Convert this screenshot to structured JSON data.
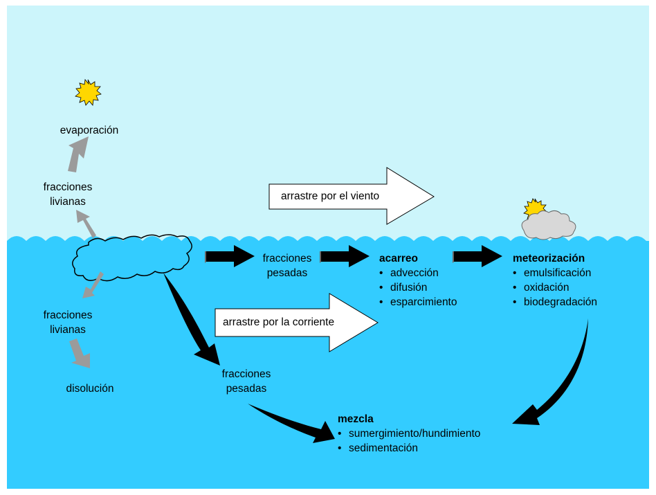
{
  "left": {
    "evaporation": "evaporación",
    "light_fractions_air": [
      "fracciones",
      "livianas"
    ],
    "light_fractions_water": [
      "fracciones",
      "livianas"
    ],
    "dissolution": "disolución"
  },
  "heavy_fractions_top": [
    "fracciones",
    "pesadas"
  ],
  "heavy_fractions_bottom": [
    "fracciones",
    "pesadas"
  ],
  "wind_drag": "arrastre por el viento",
  "current_drag": "arrastre por la corriente",
  "transport": {
    "title": "acarreo",
    "items": [
      "advección",
      "difusión",
      "esparcimiento"
    ]
  },
  "weathering": {
    "title": "meteorización",
    "items": [
      "emulsificación",
      "oxidación",
      "biodegradación"
    ]
  },
  "mixing": {
    "title": "mezcla",
    "items": [
      "sumergimiento/hundimiento",
      "sedimentación"
    ]
  },
  "colors": {
    "sky": "#ccf5fb",
    "sea": "#33ccff",
    "grey_arrow": "#9b9b9b",
    "black_arrow": "#000000",
    "sun": "#ffd700"
  }
}
